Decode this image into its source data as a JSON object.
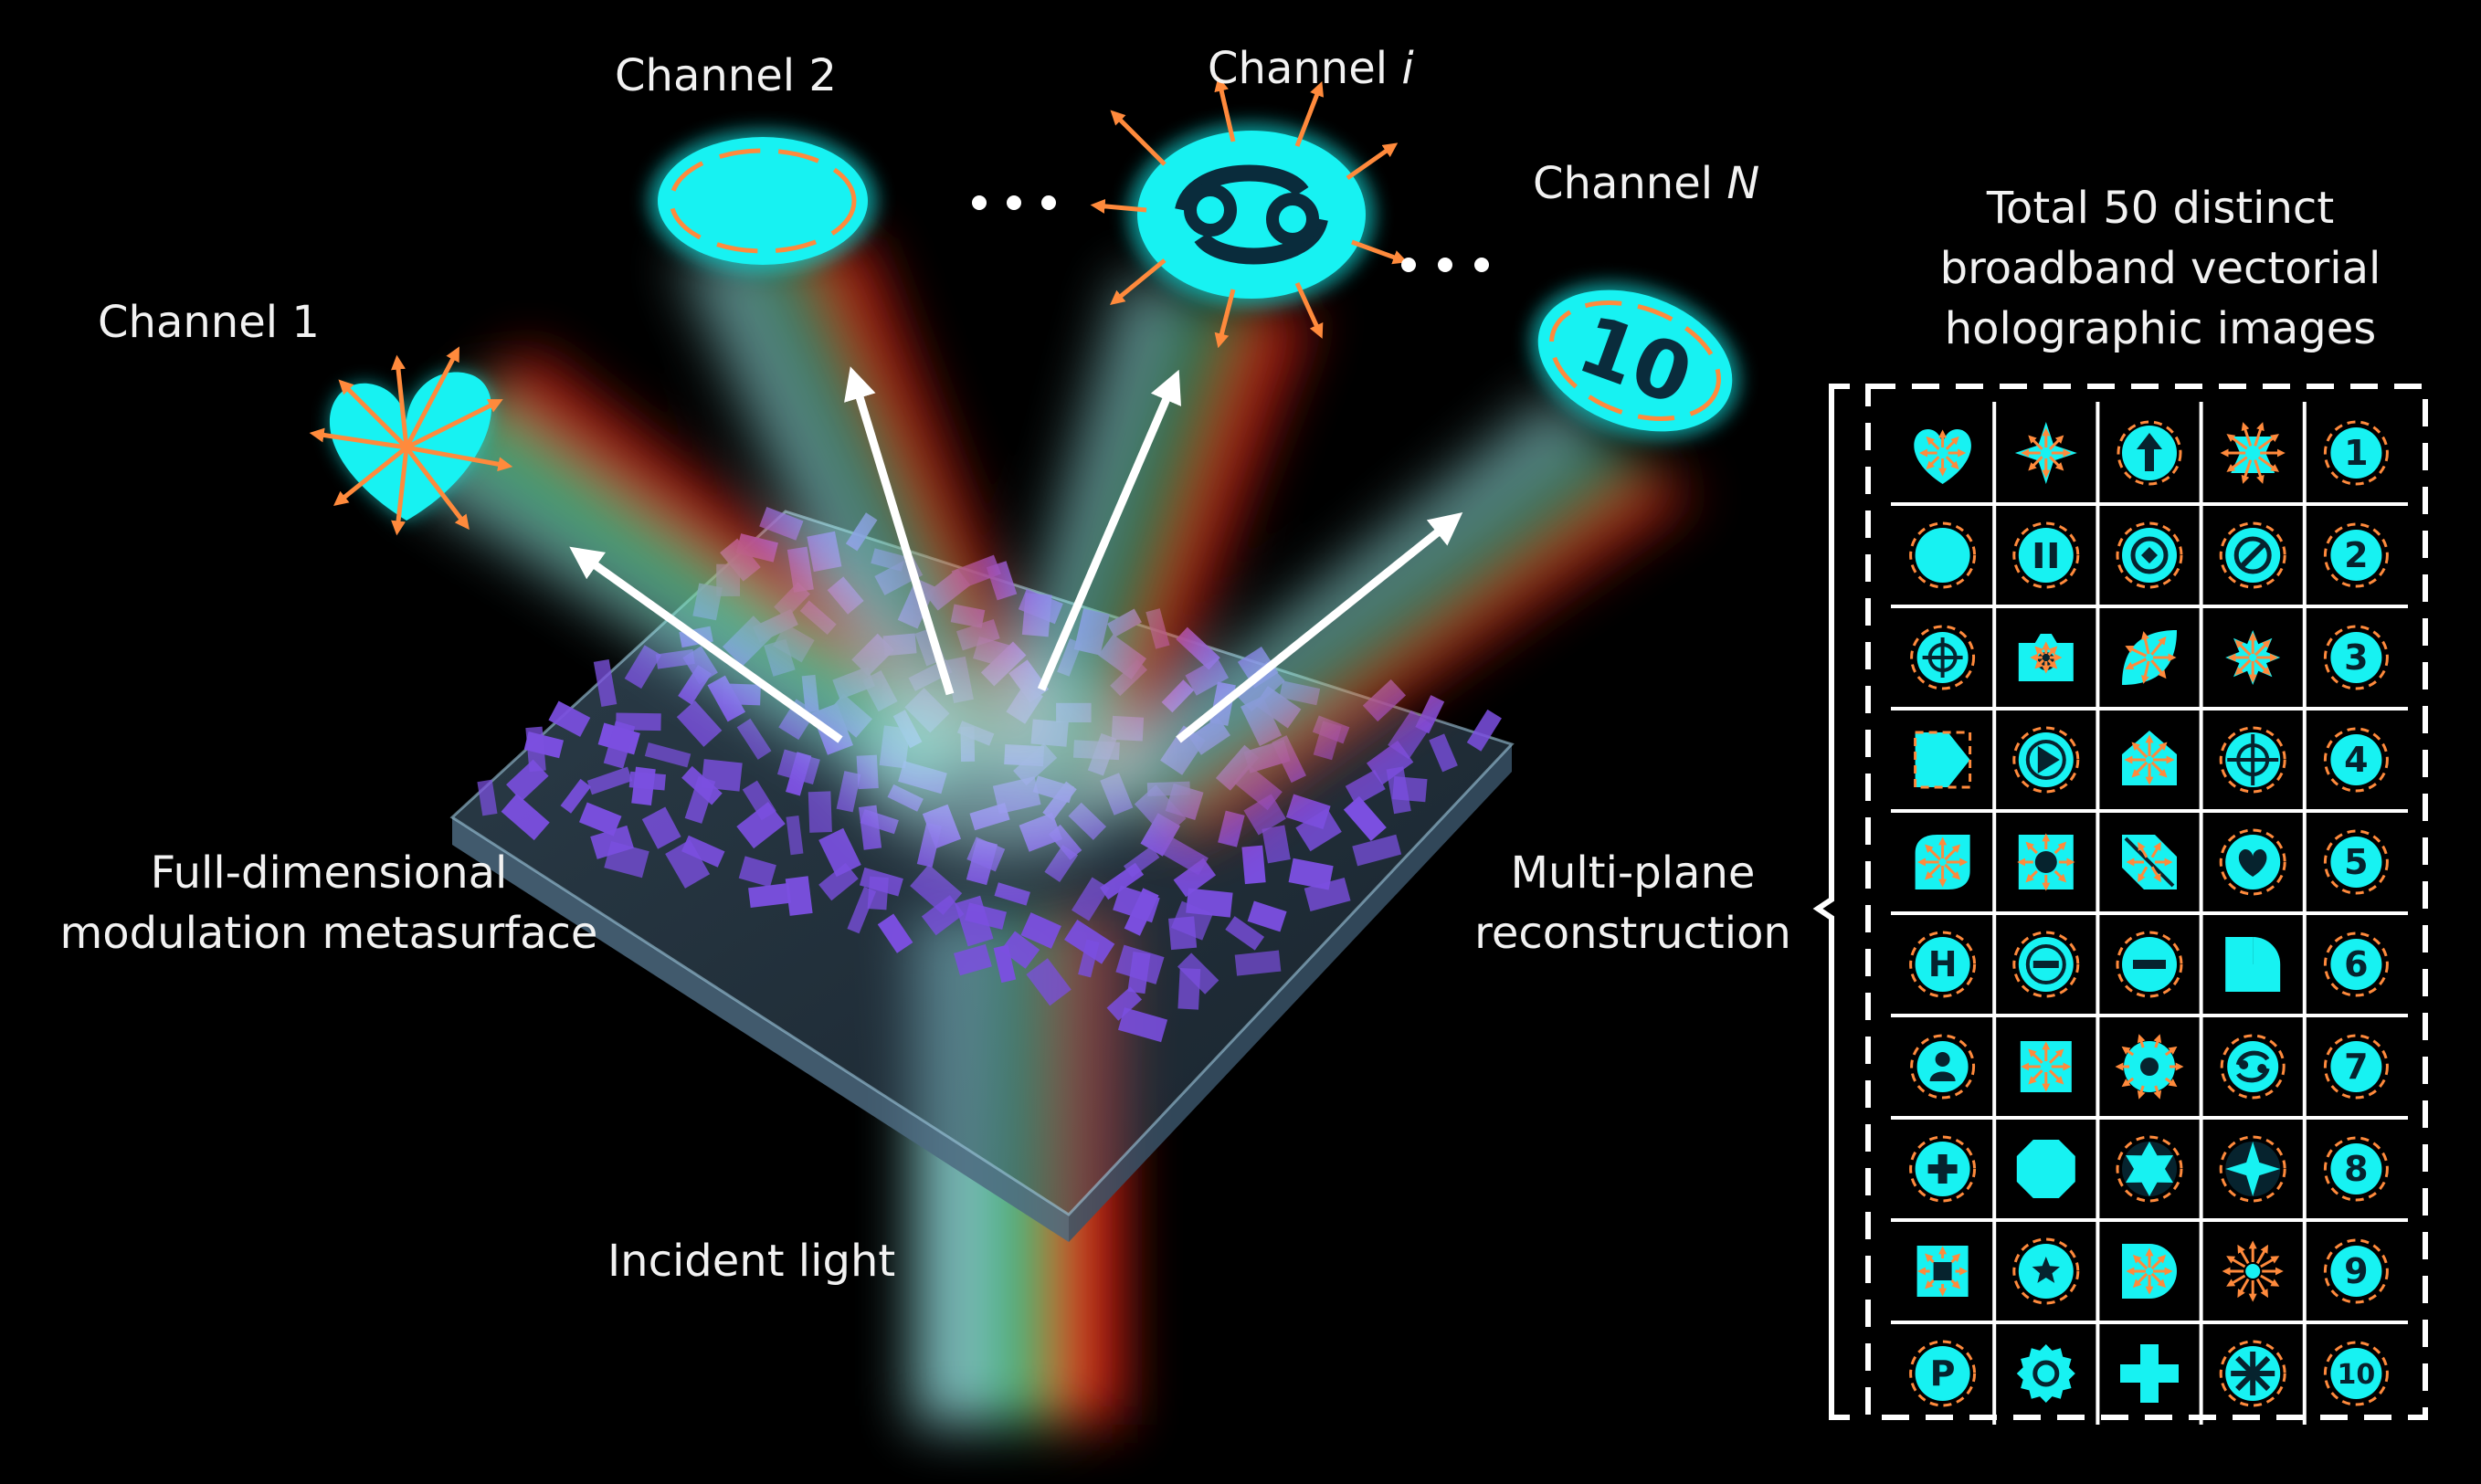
{
  "labels": {
    "channel1": "Channel 1",
    "channel2": "Channel 2",
    "channel_i_prefix": "Channel",
    "channel_i_var": "i",
    "channel_n_prefix": "Channel",
    "channel_n_var": "N",
    "total_line1": "Total 50 distinct",
    "total_line2": "broadband vectorial",
    "total_line3": "holographic images",
    "metasurface_line1": "Full-dimensional",
    "metasurface_line2": "modulation metasurface",
    "reconstruction_line1": "Multi-plane",
    "reconstruction_line2": "reconstruction",
    "incident": "Incident light",
    "channel_n_image_text": "10"
  },
  "colors": {
    "background": "#000000",
    "hologram": "#17f2f2",
    "arrows": "#ff8a3c",
    "nanopillar": "#7b4fe0",
    "beam_red": "#ff2a1a",
    "beam_green": "#2bd46a",
    "beam_cyan": "#a8ffff"
  },
  "grid": {
    "rows": 10,
    "cols": 5,
    "icons": [
      [
        "heart-icon",
        "diamond-star-icon",
        "up-arrow-circle-icon",
        "star-burst-icon",
        "number-1-icon"
      ],
      [
        "circle-icon",
        "pause-icon",
        "target-icon",
        "no-entry-icon",
        "number-2-icon"
      ],
      [
        "crosshair-circle-icon",
        "camera-icon",
        "leaf-icon",
        "flower-icon",
        "number-3-icon"
      ],
      [
        "tag-icon",
        "play-icon",
        "house-icon",
        "crosshair-icon",
        "number-4-icon"
      ],
      [
        "leaf-square-icon",
        "sun-square-icon",
        "diagonal-square-icon",
        "heart-circle-icon",
        "number-5-icon"
      ],
      [
        "letter-h-icon",
        "minus-circle-icon",
        "minus-icon",
        "pie-quarter-icon",
        "number-6-icon"
      ],
      [
        "person-icon",
        "square-burst-icon",
        "ring-dot-icon",
        "cancer-sign-icon",
        "number-7-icon"
      ],
      [
        "plus-circle-icon",
        "octagon-icon",
        "star-of-david-icon",
        "four-point-star-icon",
        "number-8-icon"
      ],
      [
        "square-frame-icon",
        "pentagon-star-icon",
        "d-shape-icon",
        "sun-rays-icon",
        "number-9-icon"
      ],
      [
        "letter-p-icon",
        "gear-icon",
        "cross-icon",
        "asterisk-icon",
        "number-10-icon"
      ]
    ],
    "number_labels": [
      "1",
      "2",
      "3",
      "4",
      "5",
      "6",
      "7",
      "8",
      "9",
      "10"
    ],
    "letters": {
      "h": "H",
      "p": "P"
    }
  }
}
